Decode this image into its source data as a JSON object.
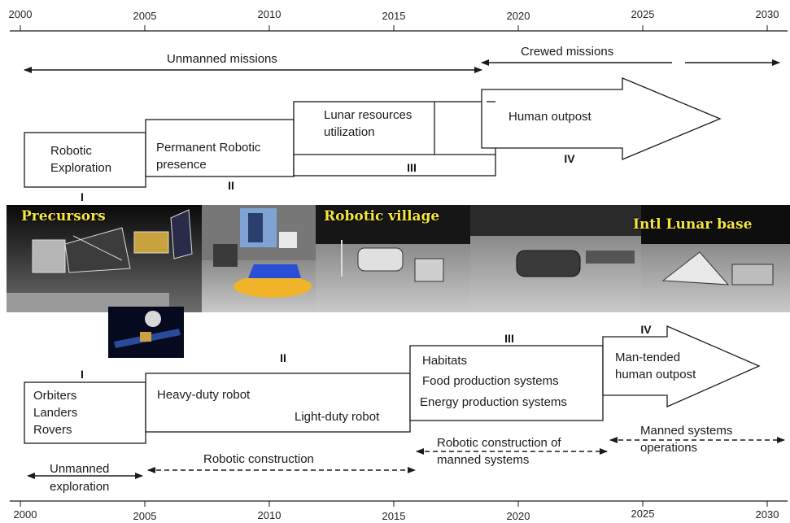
{
  "top_axis": {
    "years": [
      "2000",
      "2005",
      "2010",
      "2015",
      "2020",
      "2025",
      "2030"
    ]
  },
  "bottom_axis": {
    "years": [
      "2000",
      "2005",
      "2010",
      "2015",
      "2020",
      "2025",
      "2030"
    ]
  },
  "top_flow": {
    "unmanned_missions": "Unmanned missions",
    "crewed_missions": "Crewed missions",
    "stage1": {
      "line1": "Robotic",
      "line2": "Exploration",
      "numeral": "I"
    },
    "stage2": {
      "line1": "Permanent Robotic",
      "line2": "presence",
      "numeral": "II"
    },
    "stage3": {
      "line1": "Lunar resources",
      "line2": "utilization",
      "numeral": "III"
    },
    "stage4": {
      "line1": "Human outpost",
      "numeral": "IV"
    }
  },
  "photo_band": {
    "precursors": "Precursors",
    "robotic_village": "Robotic village",
    "intl_lunar_base": "Intl Lunar base"
  },
  "bottom_flow": {
    "stage1": {
      "numeral": "I",
      "items": [
        "Orbiters",
        "Landers",
        "Rovers"
      ]
    },
    "stage2": {
      "numeral": "II",
      "heavy": "Heavy-duty robot",
      "light": "Light-duty robot"
    },
    "stage3": {
      "numeral": "III",
      "items": [
        "Habitats",
        "Food production systems",
        "Energy production systems"
      ]
    },
    "stage4": {
      "numeral": "IV",
      "line1": "Man-tended",
      "line2": "human outpost"
    },
    "phases": {
      "unmanned_exploration": {
        "line1": "Unmanned",
        "line2": "exploration"
      },
      "robotic_construction": "Robotic construction",
      "robotic_construction_manned": {
        "line1": "Robotic construction of",
        "line2": "manned systems"
      },
      "manned_operations": {
        "line1": "Manned systems",
        "line2": "operations"
      }
    }
  },
  "colors": {
    "line": "#1a1a1a",
    "photo_bg": "#1e1e1e",
    "photo_title": "#f5e63c"
  }
}
